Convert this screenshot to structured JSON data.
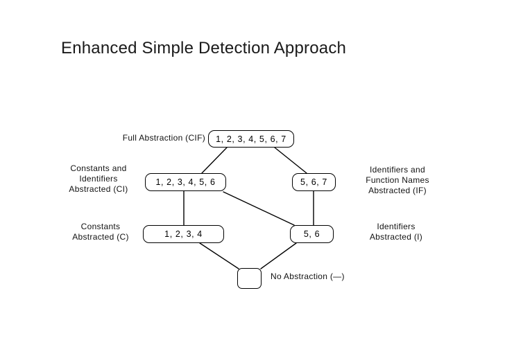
{
  "slide": {
    "title": "Enhanced Simple Detection Approach",
    "background_color": "#ffffff",
    "text_color": "#000000"
  },
  "diagram": {
    "type": "lattice",
    "nodes": [
      {
        "id": "cif",
        "box_text": "1, 2, 3, 4, 5, 6, 7",
        "label": "Full Abstraction (CIF)",
        "label_side": "left"
      },
      {
        "id": "ci",
        "box_text": "1, 2, 3, 4, 5, 6",
        "label": "Constants and\nIdentifiers\nAbstracted (CI)",
        "label_side": "left"
      },
      {
        "id": "if",
        "box_text": "5, 6, 7",
        "label": "Identifiers and\nFunction Names\nAbstracted (IF)",
        "label_side": "right"
      },
      {
        "id": "c",
        "box_text": "1, 2, 3, 4",
        "label": "Constants\nAbstracted (C)",
        "label_side": "left"
      },
      {
        "id": "i",
        "box_text": "5, 6",
        "label": "Identifiers\nAbstracted (I)",
        "label_side": "right"
      },
      {
        "id": "none",
        "box_text": "",
        "label": "No Abstraction (—)",
        "label_side": "right"
      }
    ],
    "edges": [
      {
        "from": "cif",
        "to": "ci"
      },
      {
        "from": "cif",
        "to": "if"
      },
      {
        "from": "ci",
        "to": "c"
      },
      {
        "from": "ci",
        "to": "i"
      },
      {
        "from": "if",
        "to": "i"
      },
      {
        "from": "c",
        "to": "none"
      },
      {
        "from": "i",
        "to": "none"
      }
    ],
    "edge_color": "#000000",
    "node_border_color": "#000000"
  }
}
